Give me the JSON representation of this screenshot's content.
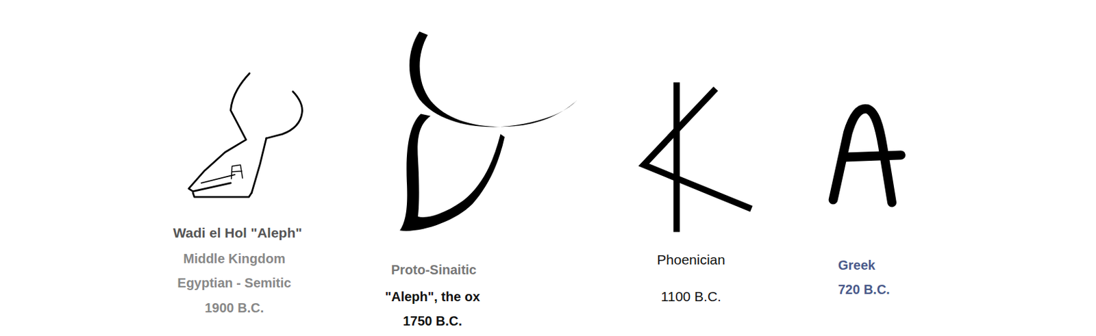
{
  "diagram": {
    "labels": [
      "Wadi el Hol \"Aleph\"",
      "Middle Kingdom",
      "Egyptian - Semitic",
      "1900 B.C.",
      "Proto-Sinaitic",
      "\"Aleph\", the ox",
      "1750 B.C.",
      "Phoenician",
      "1100 B.C.",
      "Greek",
      "720 B.C."
    ]
  }
}
